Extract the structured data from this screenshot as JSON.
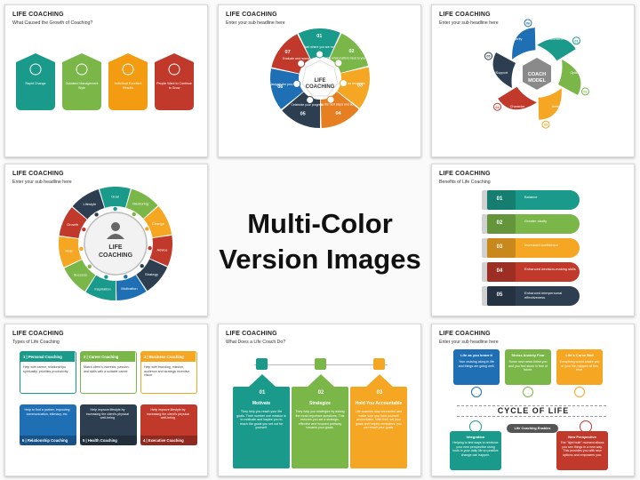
{
  "center": {
    "line1": "Multi-Color",
    "line2": "Version Images"
  },
  "colors": {
    "teal": "#1a9a8a",
    "green": "#7ab648",
    "orange": "#f39c12",
    "red": "#c0392b",
    "navy": "#2c3e50",
    "blue": "#1f6fb5",
    "purple": "#6c3e9e",
    "darkred": "#a52a2a"
  },
  "slides": {
    "s1": {
      "title": "LIFE COACHING",
      "sub": "What Caused the Growth of Coaching?",
      "items": [
        "Rapid Change",
        "Outdated Management Style",
        "Individual Excellent Results",
        "People Want to Continue to Grow"
      ]
    },
    "s2": {
      "title": "LIFE COACHING",
      "sub": "Enter your sub headline here",
      "center": [
        "LIFE",
        "COACHING"
      ],
      "segments": [
        {
          "num": "01",
          "text": "Start where you are now"
        },
        {
          "num": "02",
          "text": "Identify what matters most to you"
        },
        {
          "num": "03",
          "text": "Find out how resources"
        },
        {
          "num": "04",
          "text": "Choose the next steps and act"
        },
        {
          "num": "05",
          "text": "Celebrate your progress"
        },
        {
          "num": "06",
          "text": "Navigate the process of change"
        },
        {
          "num": "07",
          "text": "Evaluate and repeat"
        }
      ]
    },
    "s3": {
      "title": "LIFE COACHING",
      "sub": "Enter your sub headline here",
      "center": [
        "COACH",
        "MODEL"
      ],
      "items": [
        {
          "num": "01",
          "label": "Commitment"
        },
        {
          "num": "02",
          "label": "Options"
        },
        {
          "num": "03",
          "label": "Action"
        },
        {
          "num": "04",
          "label": "Character"
        },
        {
          "num": "05",
          "label": "Help/Support"
        },
        {
          "num": "06",
          "label": "Clarity"
        }
      ]
    },
    "s4": {
      "title": "LIFE COACHING",
      "sub": "Enter your sub headline here",
      "center": [
        "LIFE",
        "COACHING"
      ],
      "segments": [
        "Goal",
        "Mentoring",
        "Change",
        "Advice",
        "Strategy",
        "Motivation",
        "Inspiration",
        "Success",
        "Help",
        "Growth",
        "Lifestyle"
      ]
    },
    "s5": {
      "title": "LIFE COACHING",
      "sub": "Benefits of Life Coaching",
      "items": [
        {
          "num": "01",
          "label": "Balance"
        },
        {
          "num": "02",
          "label": "Greater clarity"
        },
        {
          "num": "03",
          "label": "Increased confidence"
        },
        {
          "num": "04",
          "label": "Enhanced decision-making skills"
        },
        {
          "num": "05",
          "label": "Enhanced interpersonal effectiveness"
        }
      ]
    },
    "s6": {
      "title": "LIFE COACHING",
      "sub": "Types of Life Coaching",
      "top": [
        {
          "label": "1 | Personal Coaching",
          "text": "Help with career, relationships spirituality, priorities productivity"
        },
        {
          "label": "2 | Career Coaching",
          "text": "Match client's interests, passion, and skills with a suitable career"
        },
        {
          "label": "3 | Business Coaching",
          "text": "Help with branding, mission, audience and strategic incentive vision"
        }
      ],
      "bottom": [
        {
          "label": "6 | Relationship Coaching",
          "text": "Help to find a partner, improving communication, intimacy, etc."
        },
        {
          "label": "5 | Health Coaching",
          "text": "Help improve lifestyle by increasing the client's physical well-being"
        },
        {
          "label": "4 | Executive Coaching",
          "text": "Help improve lifestyle by increasing the client's physical well-being"
        }
      ]
    },
    "s7": {
      "title": "LIFE COACHING",
      "sub": "What Does a Life Coach Do?",
      "items": [
        {
          "num": "01",
          "label": "Motivate",
          "text": "They help you reach your life goals. Their number one mission is to motivate and inspire you to reach the goals you set out for yourself."
        },
        {
          "num": "02",
          "label": "Strategize",
          "text": "They help you strategize by asking the most important questions. This ensures you set a strategic, effective and focused pathway towards your goals."
        },
        {
          "num": "03",
          "label": "Hold You Accountable",
          "text": "Life coaches stay connected and make sure you hold yourself accountable. With their set your goals and helpful reminders, you can reach your goals."
        }
      ]
    },
    "s8": {
      "title": "LIFE COACHING",
      "sub": "Enter your sub headline here",
      "center": "CYCLE OF LIFE",
      "enables": "Life Coaching Enables",
      "top": [
        {
          "label": "Life as you know it",
          "text": "Your cruising along in life and things are going well."
        },
        {
          "label": "Stress Anxiety Fear",
          "text": "Some new news threw you and you feel stuck in fear of future."
        },
        {
          "label": "Life's Curve Ball",
          "text": "Everything would shake you of your life, happen all this time."
        }
      ],
      "bottom": [
        {
          "label": "Integration",
          "text": "Helping to find ways to reinforce your new perspective using tools in your daily life so positive change can happen."
        },
        {
          "label": "New Perspective",
          "text": "The \"light bulb\" moment allows you see things in a new way. This provides you with new options and empowers you."
        }
      ]
    }
  }
}
